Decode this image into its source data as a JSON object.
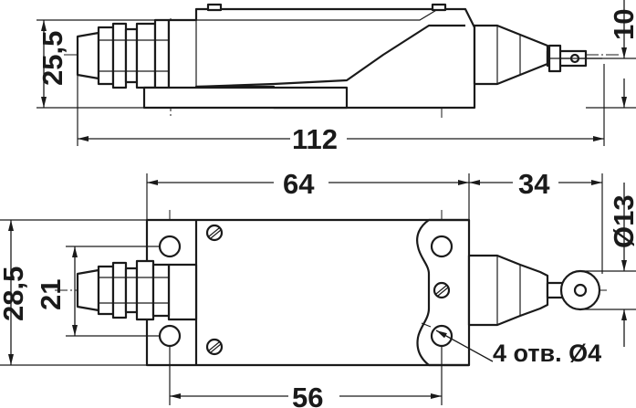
{
  "dimensions": {
    "side_height": "25,5",
    "roller_offset": "10",
    "overall_length": "112",
    "body_length": "64",
    "actuator_length": "34",
    "roller_diameter": "Ø13",
    "body_height": "28,5",
    "hole_spacing_vertical": "21",
    "hole_spacing_horizontal": "56",
    "mounting_holes": "4 отв. Ø4"
  }
}
